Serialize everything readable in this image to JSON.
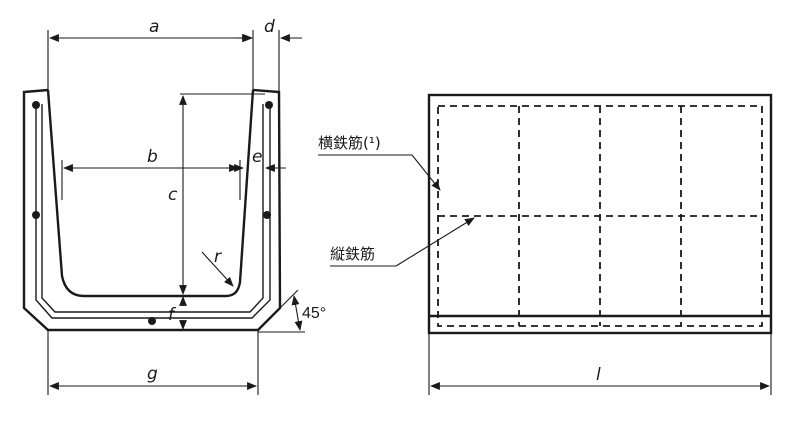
{
  "labels": {
    "a": "a",
    "b": "b",
    "c": "c",
    "d": "d",
    "e": "e",
    "f": "f",
    "g": "g",
    "r": "r",
    "l": "l",
    "angle": "45°",
    "transverse_rebar": "横鉄筋(¹)",
    "longitudinal_rebar": "縦鉄筋"
  }
}
